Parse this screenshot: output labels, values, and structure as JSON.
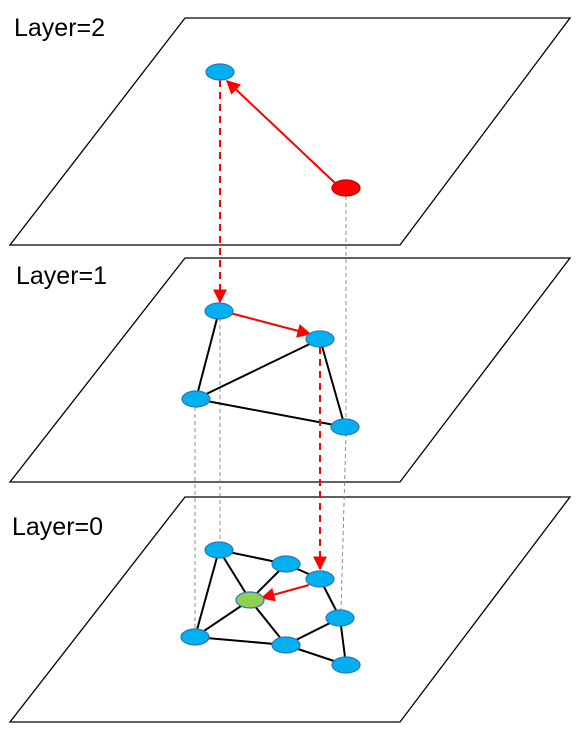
{
  "layers": [
    {
      "label": "Layer=2"
    },
    {
      "label": "Layer=1"
    },
    {
      "label": "Layer=0"
    }
  ],
  "colors": {
    "node_fill": "#00b0f0",
    "node_stroke": "#2e75b6",
    "entry_node_fill": "#ff0000",
    "result_node_fill": "#92d050",
    "search_path": "#ff0000",
    "graph_edge": "#000000",
    "projection_line": "#808080"
  }
}
